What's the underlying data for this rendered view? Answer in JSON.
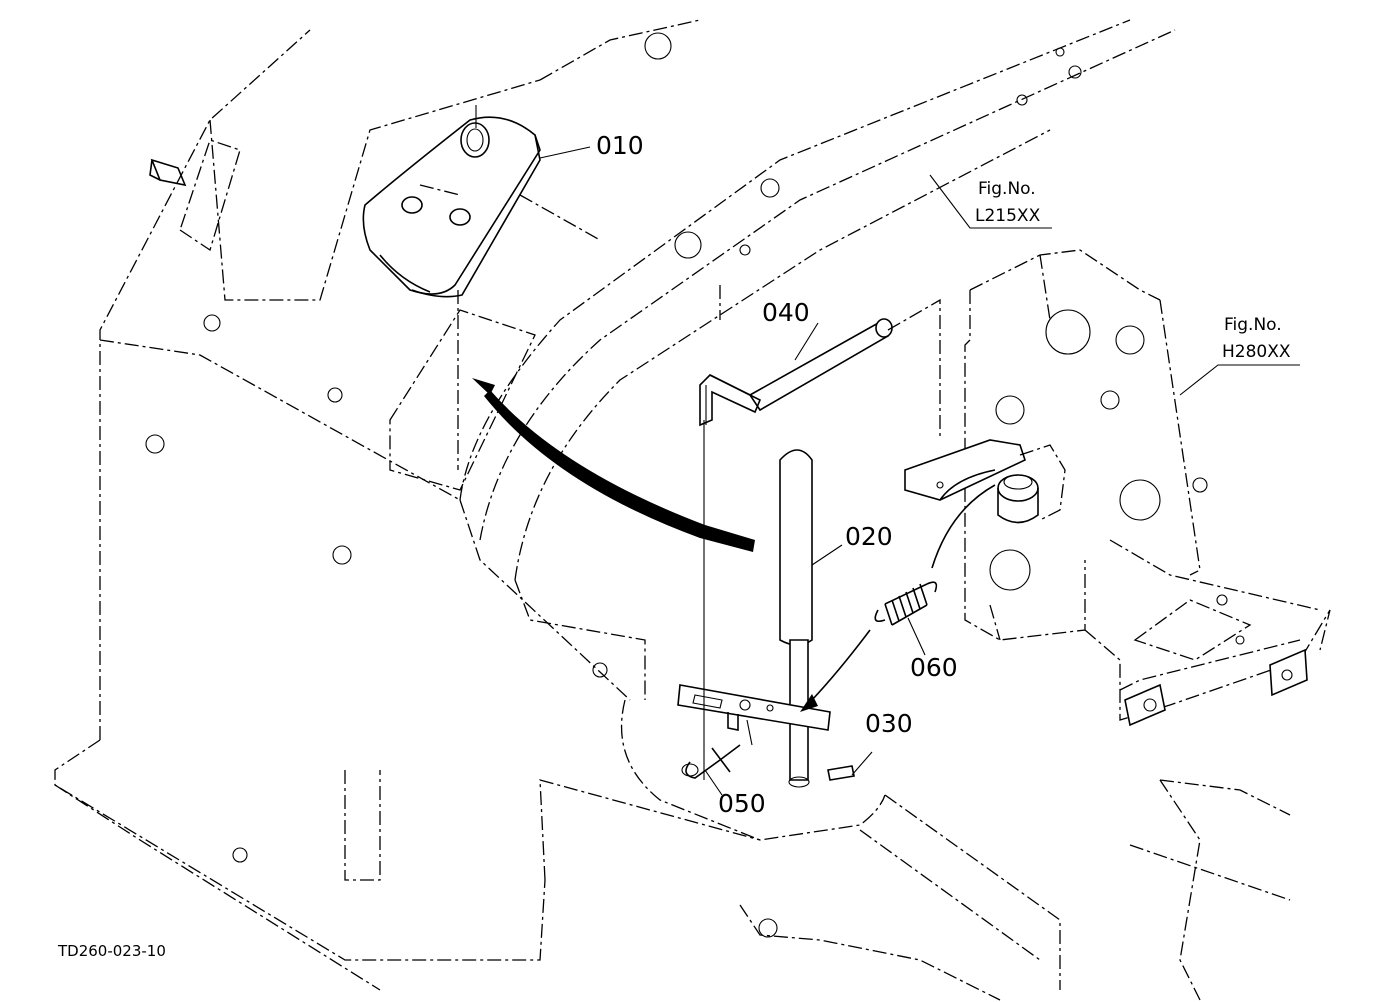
{
  "diagram": {
    "doc_id": "TD260-023-10",
    "fig_refs": [
      {
        "line1": "Fig.No.",
        "line2": "L215XX"
      },
      {
        "line1": "Fig.No.",
        "line2": "H280XX"
      }
    ],
    "parts": [
      "010",
      "020",
      "030",
      "040",
      "050",
      "060"
    ]
  }
}
